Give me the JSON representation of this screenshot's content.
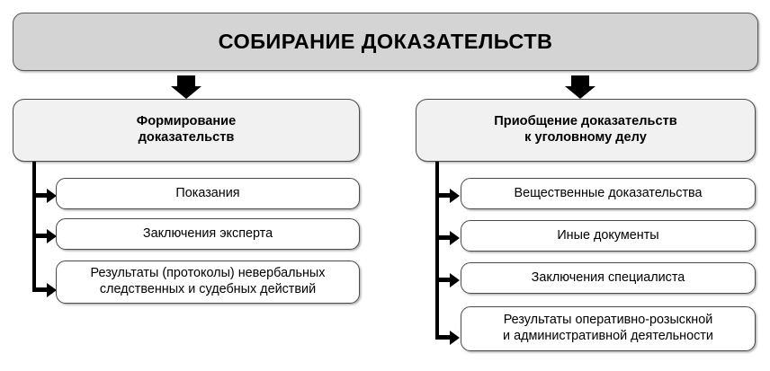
{
  "diagram": {
    "title": "СОБИРАНИЕ ДОКАЗАТЕЛЬСТВ",
    "colors": {
      "title_fill": "#d4d4d4",
      "subtitle_fill": "#f1f1f1",
      "leaf_fill": "#ffffff",
      "border": "#4a4a4a",
      "connector": "#000000",
      "text": "#000000",
      "background": "#ffffff"
    },
    "branches": [
      {
        "id": "left",
        "heading": "Формирование\nдоказательств",
        "items": [
          {
            "label": "Показания"
          },
          {
            "label": "Заключения эксперта"
          },
          {
            "label": "Результаты (протоколы) невербальных\nследственных и судебных действий"
          }
        ]
      },
      {
        "id": "right",
        "heading": "Приобщение доказательств\nк уголовному делу",
        "items": [
          {
            "label": "Вещественные доказательства"
          },
          {
            "label": "Иные документы"
          },
          {
            "label": "Заключения специалиста"
          },
          {
            "label": "Результаты оперативно-розыскной\nи административной деятельности"
          }
        ]
      }
    ],
    "icons": {
      "down_arrow": "down-arrow-icon",
      "branch_arrow": "right-arrow-icon"
    }
  }
}
